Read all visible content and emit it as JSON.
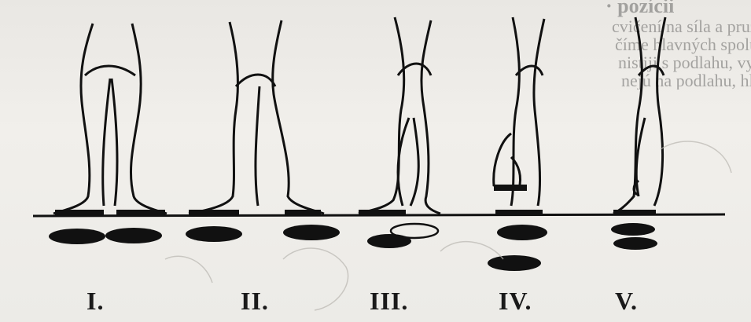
{
  "bleed_through": {
    "heading": "· pozícii",
    "lines": [
      "cvičení na síla a pružnosť prehlavku, mechanickú dokonalosť,",
      "číme hlavných spoluprác s dospelými. Podľa vývinu na rôzne polo",
      "nistiji s podlahu, vydýchava sa výkonnej. Pri prisní pri päty",
      "nejú na podlahu, hlavne v V. pozícii, v stredné rýchle tempo"
    ]
  },
  "positions": [
    {
      "label": "I."
    },
    {
      "label": "II."
    },
    {
      "label": "III."
    },
    {
      "label": "IV."
    },
    {
      "label": "V."
    }
  ]
}
